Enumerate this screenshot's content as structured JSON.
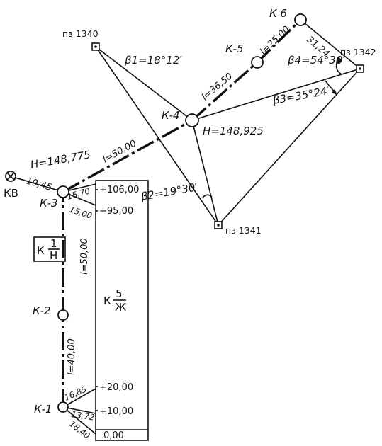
{
  "stations": {
    "k1": "К-1",
    "k2": "К-2",
    "k3": "К-3",
    "k4": "К-4",
    "k5": "К-5",
    "k6": "К  6",
    "kv": "КВ"
  },
  "points": {
    "pz1340": "пз 1340",
    "pz1341": "пз 1341",
    "pz1342": "пз 1342"
  },
  "angles": {
    "beta1": "β1=18°12′",
    "beta2": "β2=19°30′",
    "beta3": "β3=35°24′",
    "beta4": "β4=54°30′"
  },
  "lengths": {
    "k5_k6": "l=25,00",
    "k4_k5": "l=36,50",
    "k3_k4": "l=50,00",
    "k2_k3": "l=50,00",
    "k1_k2": "l=40,00",
    "kv_k3": "19,45",
    "k6_pz1342": "31,24"
  },
  "elevations": {
    "k3": "H=148,775",
    "k4": "H=148,925"
  },
  "offsets": {
    "k3_a": "15,70",
    "k3_b": "15,00",
    "k1_a": "16,85",
    "k1_b": "13,72",
    "k1_c": "18,40"
  },
  "pickets": [
    "+106,00",
    "+95,00",
    "+20,00",
    "+10,00",
    "0,00"
  ],
  "well_box": {
    "k": "К",
    "num": "1",
    "den": "Н"
  },
  "profile": {
    "k": "К",
    "num": "5",
    "den": "Ж"
  }
}
